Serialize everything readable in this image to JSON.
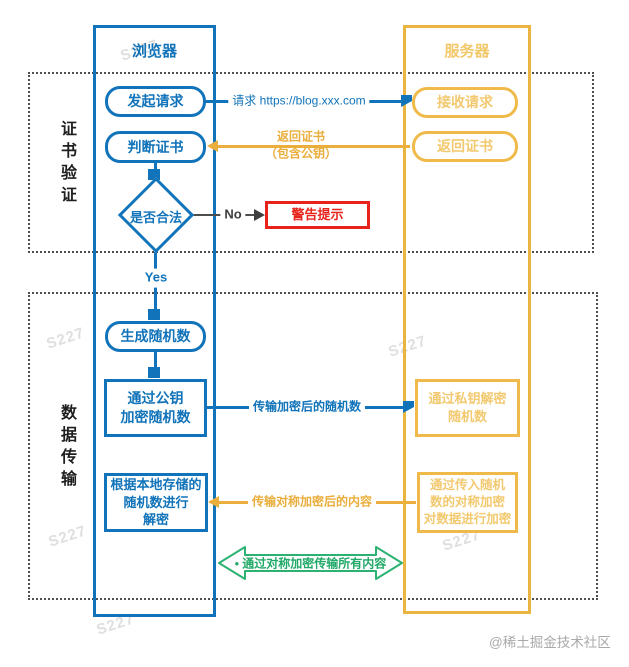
{
  "lanes": {
    "browser": "浏览器",
    "server": "服务器"
  },
  "sections": {
    "certificate_verification": "证书验证",
    "data_transmission": "数据传输"
  },
  "nodes": {
    "initiate_request": "发起请求",
    "receive_request": "接收请求",
    "judge_certificate": "判断证书",
    "return_certificate": "返回证书",
    "is_valid": "是否合法",
    "warning": "警告提示",
    "generate_random": "生成随机数",
    "encrypt_with_public_key": "通过公钥\n加密随机数",
    "decrypt_with_private_key": "通过私钥解密\n随机数",
    "decrypt_with_local_random": "根据本地存储的\n随机数进行\n解密",
    "symmetric_encrypt_data": "通过传入随机\n数的对称加密\n对数据进行加密"
  },
  "edges": {
    "request_url": "请求 https://blog.xxx.com",
    "return_certificate": "返回证书\n（包含公钥）",
    "no": "No",
    "yes": "Yes",
    "send_encrypted_random": "传输加密后的随机数",
    "send_symmetric_content": "传输对称加密后的内容",
    "symmetric_all_content": "• 通过对称加密传输所有内容"
  },
  "watermarks": {
    "diagonal": "S227",
    "credit": "@稀土掘金技术社区"
  },
  "colors": {
    "blue": "#1173b9",
    "orange": "#e9b440",
    "orange_light": "#f2c96f",
    "red": "#e7231b",
    "green": "#21a968"
  }
}
